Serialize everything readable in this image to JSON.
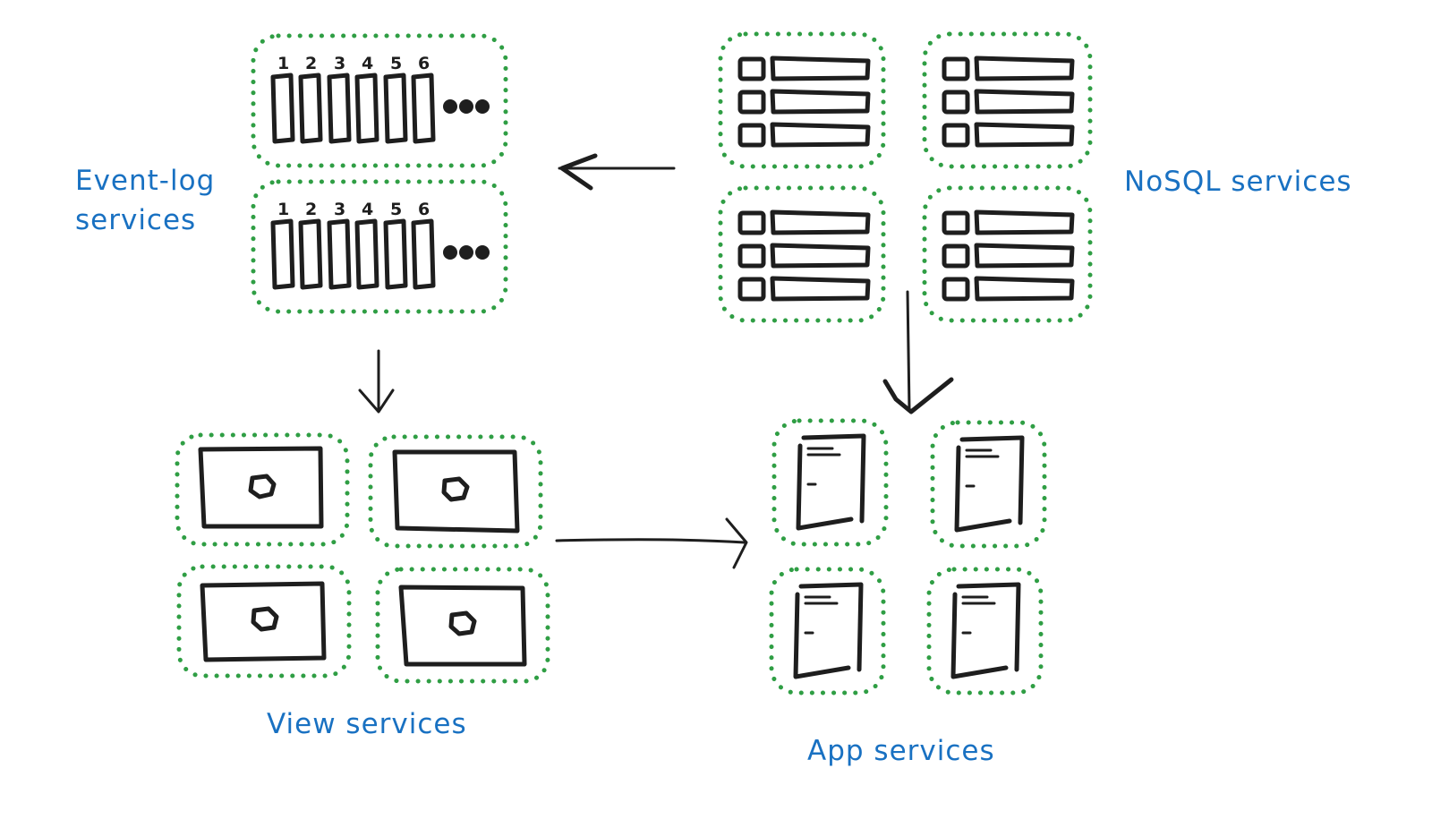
{
  "colors": {
    "label": "#1971c2",
    "container_border": "#2f9e44",
    "ink": "#1e1e1e",
    "background": "#ffffff"
  },
  "groups": {
    "event_log": {
      "label_line1": "Event-log",
      "label_line2": "services",
      "containers": 2,
      "partition_numbers": [
        "1",
        "2",
        "3",
        "4",
        "5",
        "6"
      ],
      "continuation": "•••"
    },
    "nosql": {
      "label": "NoSQL services",
      "containers": 4,
      "rows_per_container": 3
    },
    "view": {
      "label": "View services",
      "containers": 4
    },
    "app": {
      "label": "App services",
      "containers": 4
    }
  },
  "arrows": [
    {
      "from": "nosql",
      "to": "event_log"
    },
    {
      "from": "event_log",
      "to": "view"
    },
    {
      "from": "nosql",
      "to": "app"
    },
    {
      "from": "view",
      "to": "app"
    }
  ]
}
